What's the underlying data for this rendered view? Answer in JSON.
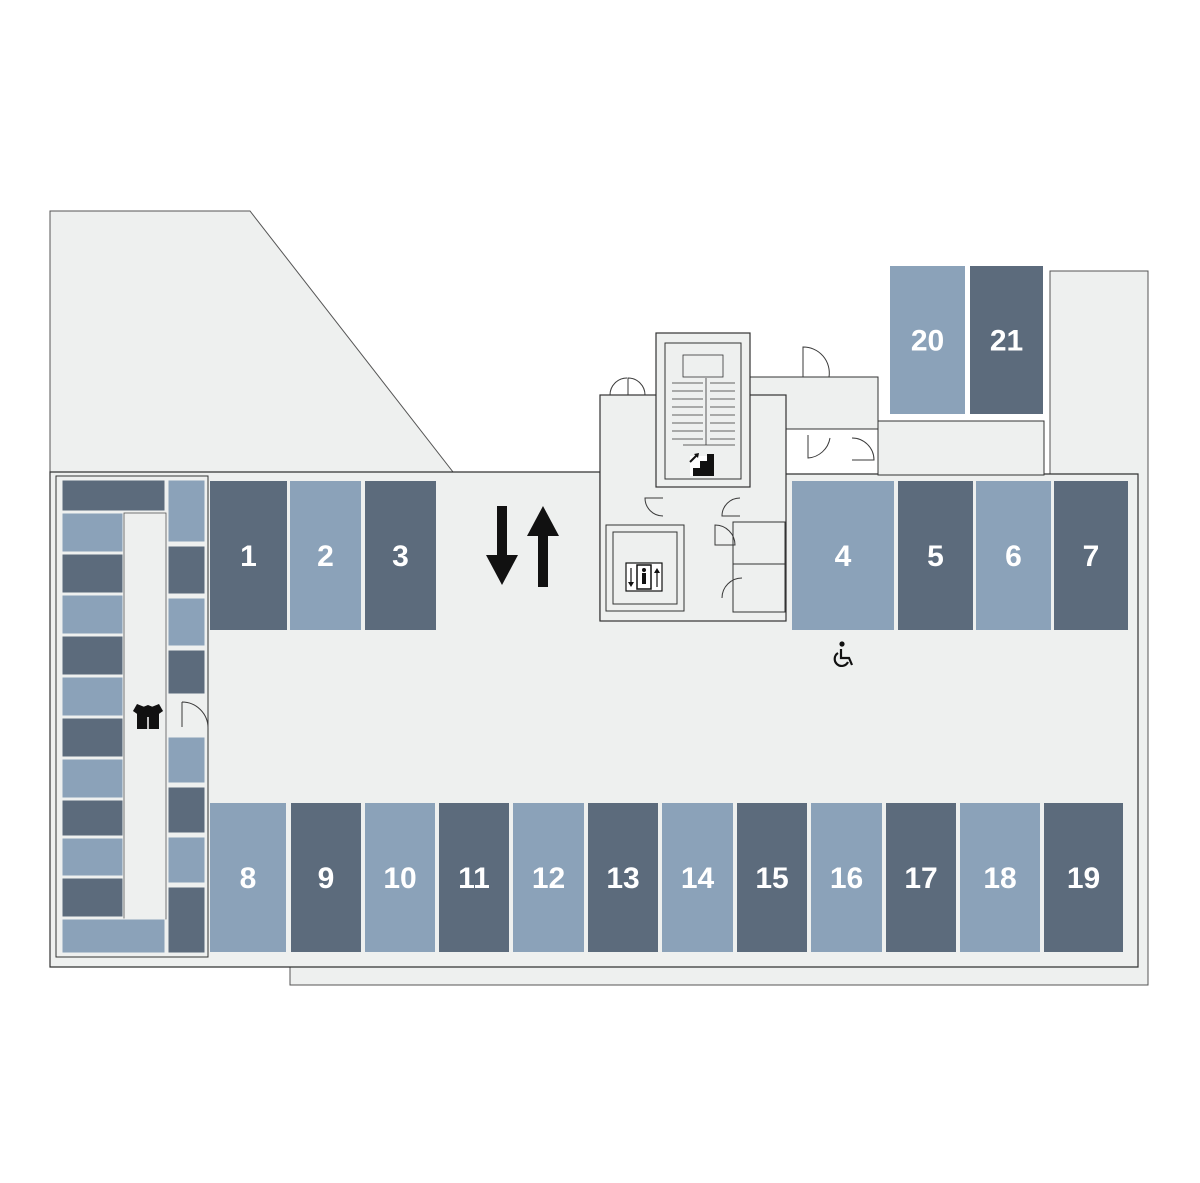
{
  "colors": {
    "spot_light": "#8ba2b9",
    "spot_dark": "#5c6b7c",
    "floor": "#eef0ef",
    "line": "#3a3a3a",
    "label": "#ffffff",
    "icon": "#111111"
  },
  "parking_spots": [
    {
      "label": "1",
      "shade": "dark"
    },
    {
      "label": "2",
      "shade": "light"
    },
    {
      "label": "3",
      "shade": "dark"
    },
    {
      "label": "4",
      "shade": "light"
    },
    {
      "label": "5",
      "shade": "dark"
    },
    {
      "label": "6",
      "shade": "light"
    },
    {
      "label": "7",
      "shade": "dark"
    },
    {
      "label": "8",
      "shade": "light"
    },
    {
      "label": "9",
      "shade": "dark"
    },
    {
      "label": "10",
      "shade": "light"
    },
    {
      "label": "11",
      "shade": "dark"
    },
    {
      "label": "12",
      "shade": "light"
    },
    {
      "label": "13",
      "shade": "dark"
    },
    {
      "label": "14",
      "shade": "light"
    },
    {
      "label": "15",
      "shade": "dark"
    },
    {
      "label": "16",
      "shade": "light"
    },
    {
      "label": "17",
      "shade": "dark"
    },
    {
      "label": "18",
      "shade": "light"
    },
    {
      "label": "19",
      "shade": "dark"
    },
    {
      "label": "20",
      "shade": "light"
    },
    {
      "label": "21",
      "shade": "dark"
    }
  ],
  "icons": {
    "two_way_traffic": "two-way-traffic-arrows-icon",
    "stairs": "stairs-icon",
    "elevator": "elevator-icon",
    "wheelchair": "wheelchair-accessible-icon",
    "storage": "storage-box-icon"
  }
}
